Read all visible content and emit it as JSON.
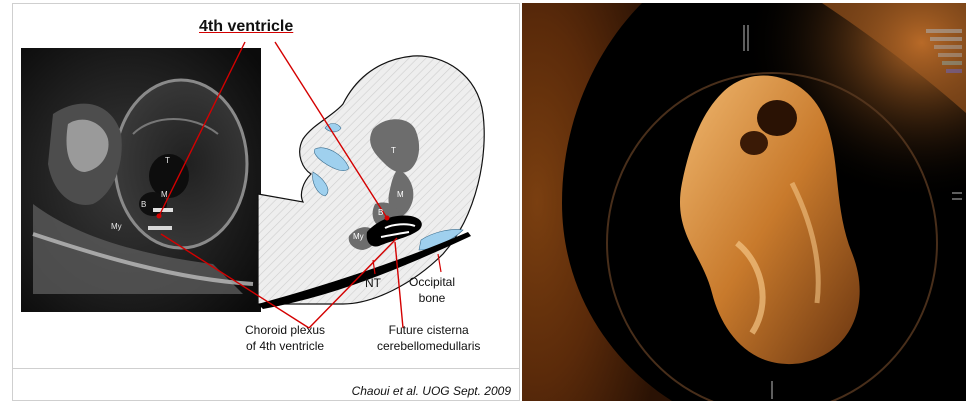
{
  "left": {
    "title": "4th ventricle",
    "us_labels": {
      "t": "T",
      "m": "M",
      "b": "B",
      "my": "My"
    },
    "diagram_labels": {
      "t": "T",
      "m": "M",
      "b": "B",
      "my": "My"
    },
    "occipital_bone": [
      "Occipital",
      "bone"
    ],
    "nt": "NT",
    "choroid_plexus": [
      "Choroid plexus",
      "of 4th ventricle"
    ],
    "future_cisterna": [
      "Future cisterna",
      "cerebellomedullaris"
    ],
    "citation": "Chaoui et al. UOG Sept. 2009"
  },
  "colors": {
    "annotation_red": "#d40000",
    "csf_blue": "#9fd0ee",
    "brain_dark": "#6d6d6d",
    "render_amber": "#c87a2c"
  }
}
